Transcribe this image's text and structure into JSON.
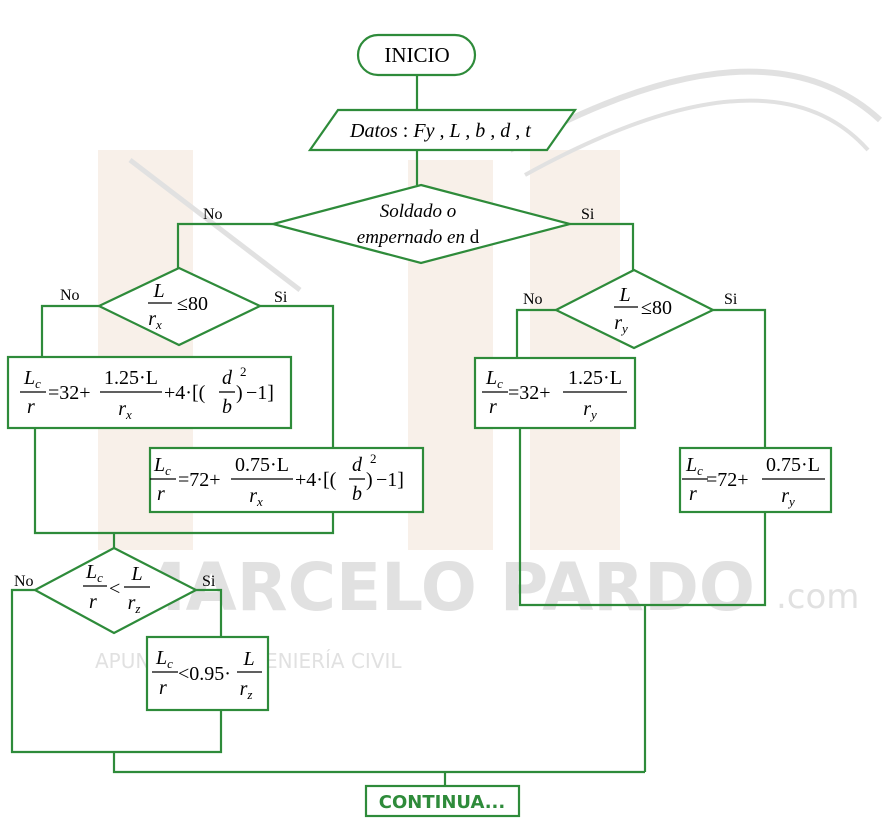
{
  "colors": {
    "stroke": "#2e8b3a",
    "watermark": "#c9c9c9",
    "building": "#e8c9b0",
    "continue_text": "#2e8b3a"
  },
  "watermark": {
    "brand": "MARCELO PARDO",
    "suffix": ".com",
    "tagline": "APUNTES DE INGENIERÍA CIVIL"
  },
  "start": {
    "label": "INICIO"
  },
  "input": {
    "prefix": "Datos",
    "vars": "Fy , L , b , d , t"
  },
  "decision_main": {
    "line1": "Soldado o",
    "line2": "empernado en",
    "line2_tail": "d"
  },
  "branch": {
    "no": "No",
    "yes": "Si"
  },
  "decision_x": {
    "num": "L",
    "den": "r",
    "sub": "x",
    "rel": "≤80"
  },
  "decision_y": {
    "num": "L",
    "den": "r",
    "sub": "y",
    "rel": "≤80"
  },
  "eq_left_no": {
    "c1": "32",
    "num": "1.25·L",
    "sub": "x",
    "tail": "+4·[(",
    "tail_num": "d",
    "tail_den": "b",
    "exp": "2",
    "tail_end": ")",
    "end": "−1]"
  },
  "eq_left_si": {
    "c1": "72",
    "num": "0.75·L",
    "sub": "x",
    "tail": "+4·[(",
    "tail_num": "d",
    "tail_den": "b",
    "exp": "2",
    "tail_end": ")",
    "end": "−1]"
  },
  "eq_right_no": {
    "c1": "32",
    "num": "1.25·L",
    "sub": "y"
  },
  "eq_right_si": {
    "c1": "72",
    "num": "0.75·L",
    "sub": "y"
  },
  "lc_over_r": {
    "num": "L",
    "sub": "c",
    "den": "r",
    "eq": "="
  },
  "decision_z": {
    "op": "<",
    "num": "L",
    "den": "r",
    "sub": "z"
  },
  "eq_z": {
    "op": "<0.95·",
    "num": "L",
    "den": "r",
    "sub": "z"
  },
  "end": {
    "label": "CONTINUA..."
  }
}
